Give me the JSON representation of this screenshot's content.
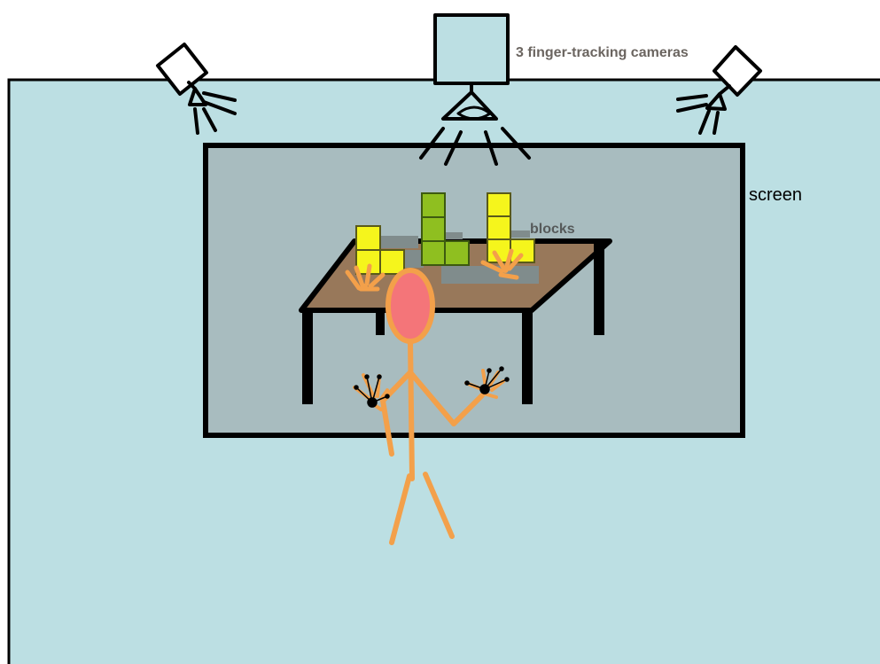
{
  "labels": {
    "cameras": "3 finger-tracking cameras",
    "screen": "screen",
    "blocks": "blocks"
  },
  "colors": {
    "room": "#bcdfe3",
    "screen": "#a8bcbf",
    "table_top": "#98785a",
    "outline": "#000000",
    "person": "#f3a04a",
    "face": "#f47579",
    "block_yellow": "#f5f51c",
    "block_green": "#8fbf20",
    "label_cameras": "#6b6560",
    "label_blocks": "#565a5a",
    "label_screen": "#000000"
  },
  "icons": [
    "camera-icon",
    "camera-icon",
    "camera-icon",
    "finger-marker-icon",
    "finger-marker-icon"
  ]
}
